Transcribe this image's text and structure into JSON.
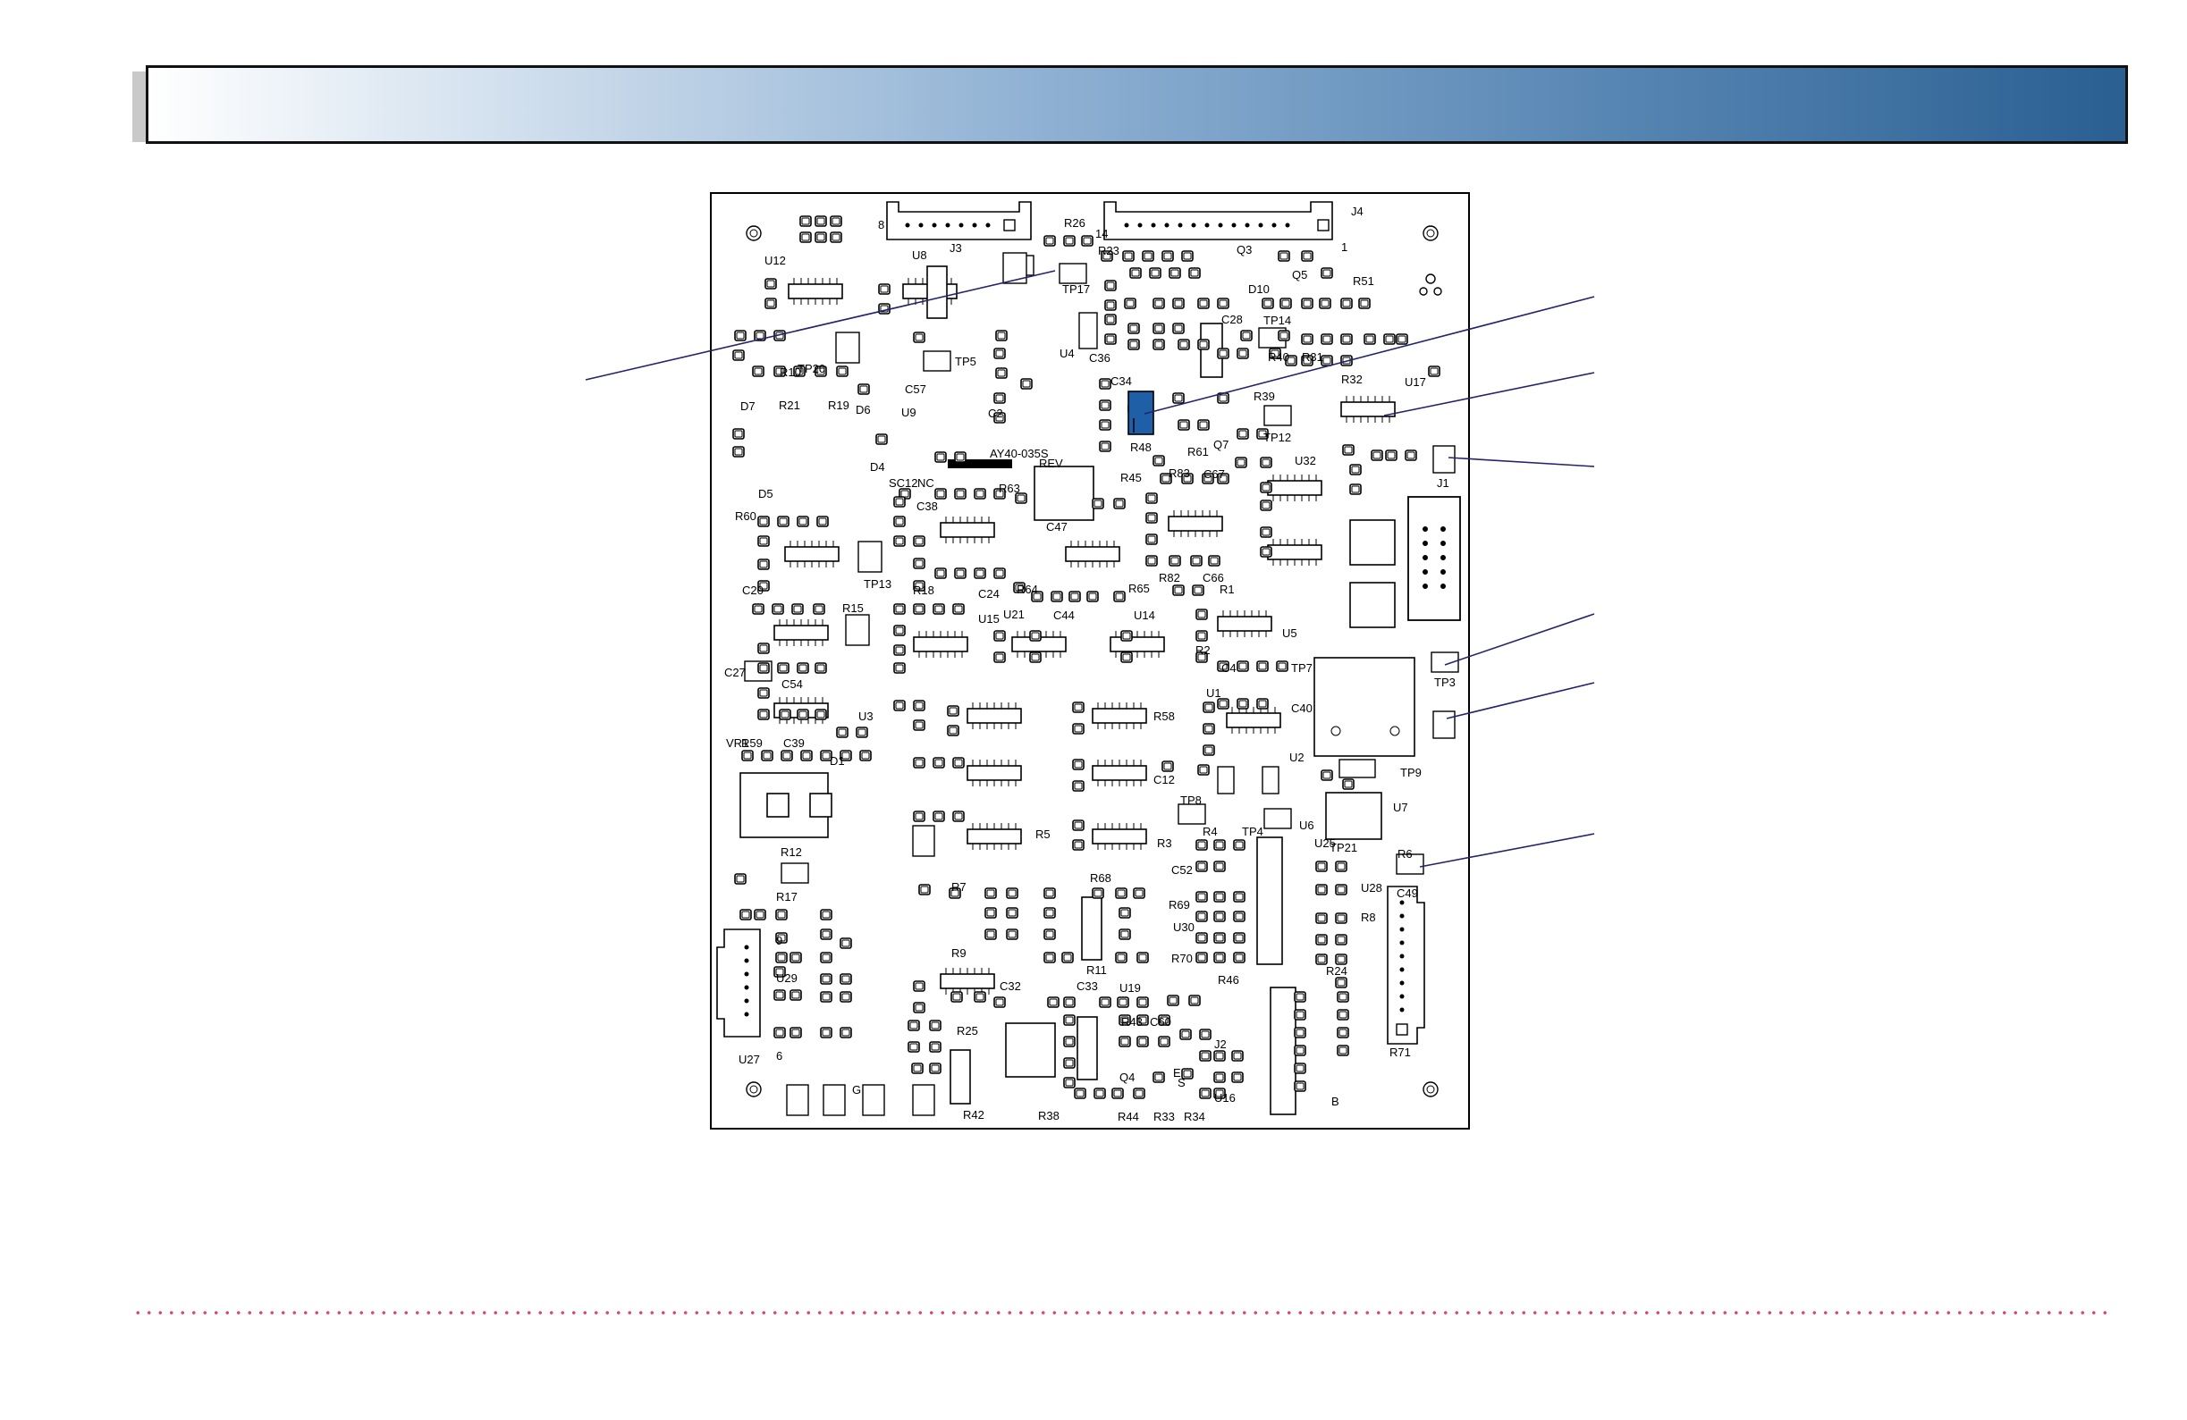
{
  "banner": {
    "title": ""
  },
  "colors": {
    "highlight": "#1f5fa8",
    "leader_line": "#23236e",
    "footer_dots": "#e0426e"
  },
  "board": {
    "labels": [
      "U12",
      "U8",
      "J3",
      "8",
      "R26",
      "J4",
      "14",
      "1",
      "R23",
      "Q3",
      "Q5",
      "TP17",
      "D10",
      "R51",
      "C28",
      "TP14",
      "R10",
      "TP20",
      "TP5",
      "U4",
      "C36",
      "R40",
      "R31",
      "R32",
      "U17",
      "C57",
      "C34",
      "D7",
      "R21",
      "R19",
      "D6",
      "U9",
      "C2",
      "R39",
      "TP12",
      "D4",
      "AY40-035S",
      "R48",
      "R61",
      "Q7",
      "J1",
      "D5",
      "SC12",
      "NC",
      "C38",
      "R63",
      "REV",
      "R45",
      "R83",
      "C67",
      "U32",
      "R60",
      "C47",
      "TP13",
      "R82",
      "C66",
      "C20",
      "R18",
      "C24",
      "R64",
      "R65",
      "R1",
      "R15",
      "U15",
      "U21",
      "C44",
      "U14",
      "U5",
      "TP3",
      "R2",
      "C4",
      "TP7",
      "C27",
      "C54",
      "U1",
      "C40",
      "U3",
      "R58",
      "R59",
      "C39",
      "D1",
      "VR1",
      "U2",
      "TP9",
      "C12",
      "TP8",
      "U7",
      "U6",
      "U25",
      "R5",
      "R3",
      "R4",
      "TP4",
      "TP21",
      "R6",
      "R12",
      "C52",
      "U28",
      "R68",
      "R7",
      "R17",
      "R69",
      "R8",
      "9",
      "C49",
      "U30",
      "R9",
      "R11",
      "R70",
      "R24",
      "U29",
      "R46",
      "C32",
      "C33",
      "U19",
      "R43",
      "C60",
      "R25",
      "J2",
      "R71",
      "6",
      "U27",
      "R42",
      "R38",
      "R44",
      "Q4",
      "R33",
      "R34",
      "U16",
      "B",
      "E",
      "S",
      "G"
    ]
  }
}
